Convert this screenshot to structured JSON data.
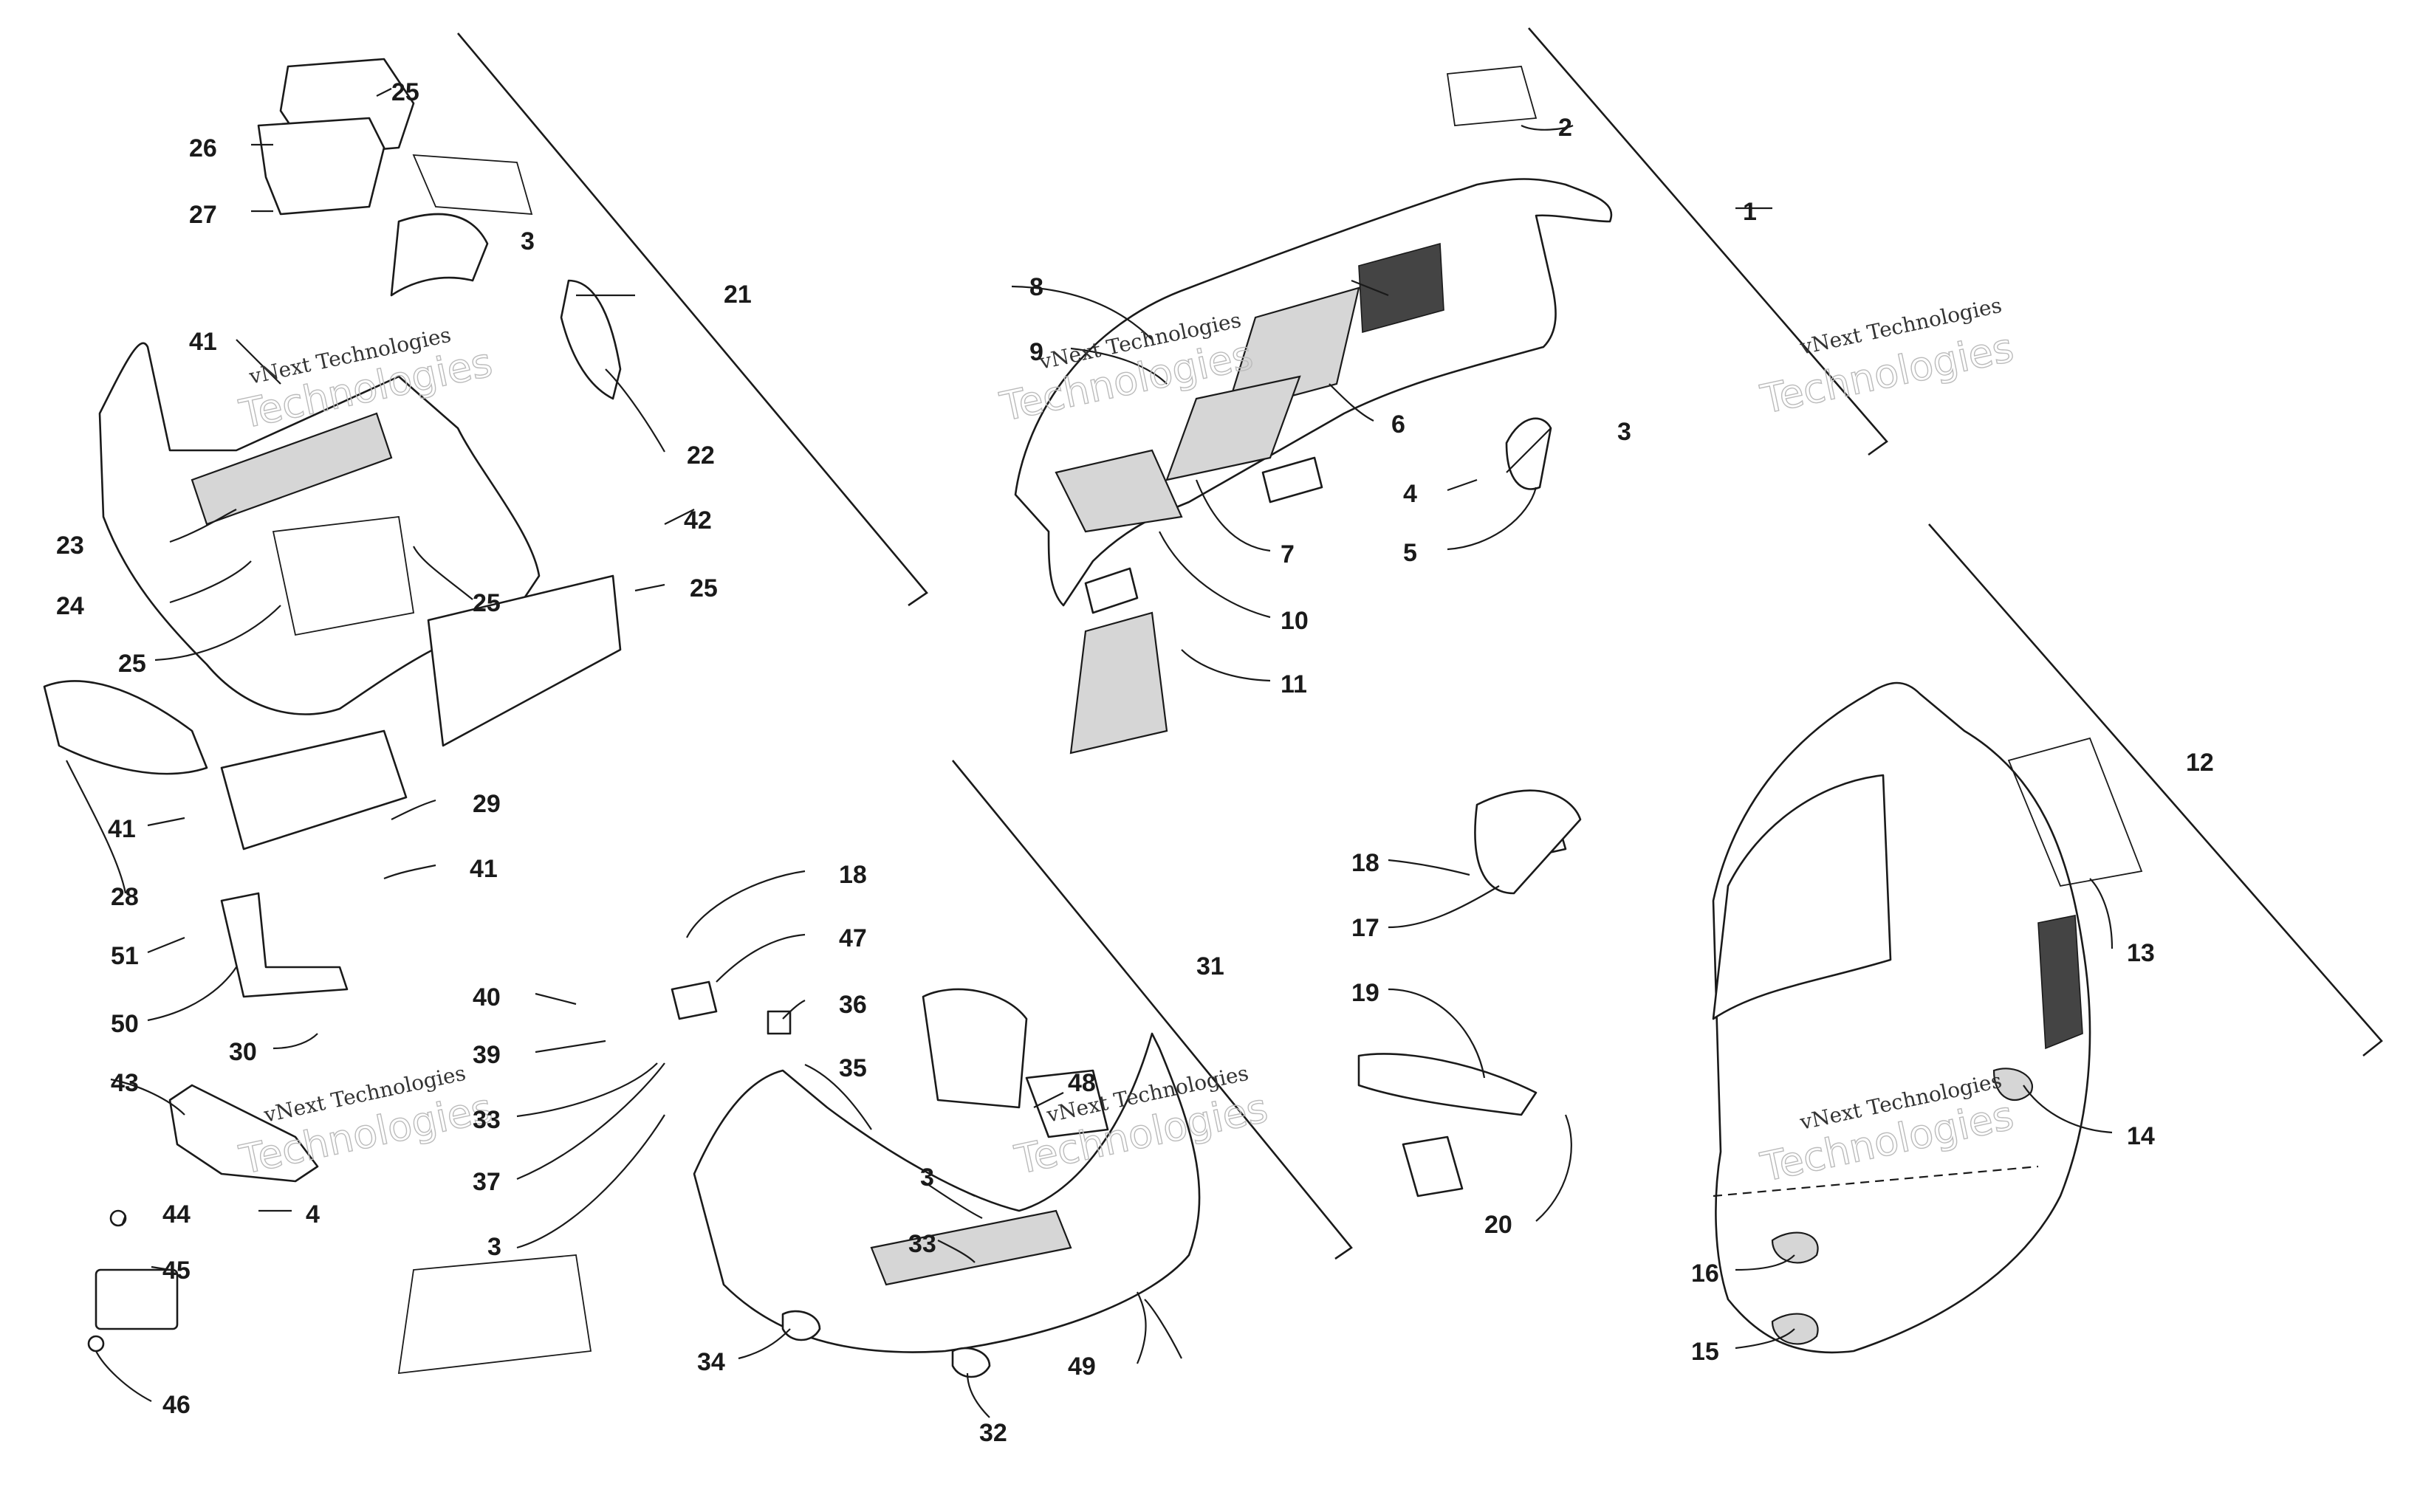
{
  "watermark": {
    "line1": "vNext Technologies",
    "line2": "Technologies"
  },
  "callouts": [
    {
      "id": "c1",
      "label": "1"
    },
    {
      "id": "c2",
      "label": "2"
    },
    {
      "id": "c3a",
      "label": "3"
    },
    {
      "id": "c3b",
      "label": "3"
    },
    {
      "id": "c3c",
      "label": "3"
    },
    {
      "id": "c3d",
      "label": "3"
    },
    {
      "id": "c4a",
      "label": "4"
    },
    {
      "id": "c4b",
      "label": "4"
    },
    {
      "id": "c5",
      "label": "5"
    },
    {
      "id": "c6",
      "label": "6"
    },
    {
      "id": "c7",
      "label": "7"
    },
    {
      "id": "c8",
      "label": "8"
    },
    {
      "id": "c9",
      "label": "9"
    },
    {
      "id": "c10",
      "label": "10"
    },
    {
      "id": "c11",
      "label": "11"
    },
    {
      "id": "c12",
      "label": "12"
    },
    {
      "id": "c13",
      "label": "13"
    },
    {
      "id": "c14",
      "label": "14"
    },
    {
      "id": "c15",
      "label": "15"
    },
    {
      "id": "c16",
      "label": "16"
    },
    {
      "id": "c17",
      "label": "17"
    },
    {
      "id": "c18a",
      "label": "18"
    },
    {
      "id": "c18b",
      "label": "18"
    },
    {
      "id": "c19",
      "label": "19"
    },
    {
      "id": "c20",
      "label": "20"
    },
    {
      "id": "c21",
      "label": "21"
    },
    {
      "id": "c22",
      "label": "22"
    },
    {
      "id": "c23",
      "label": "23"
    },
    {
      "id": "c24",
      "label": "24"
    },
    {
      "id": "c25a",
      "label": "25"
    },
    {
      "id": "c25b",
      "label": "25"
    },
    {
      "id": "c25c",
      "label": "25"
    },
    {
      "id": "c25d",
      "label": "25"
    },
    {
      "id": "c26",
      "label": "26"
    },
    {
      "id": "c27",
      "label": "27"
    },
    {
      "id": "c28",
      "label": "28"
    },
    {
      "id": "c29",
      "label": "29"
    },
    {
      "id": "c30",
      "label": "30"
    },
    {
      "id": "c31",
      "label": "31"
    },
    {
      "id": "c32",
      "label": "32"
    },
    {
      "id": "c33a",
      "label": "33"
    },
    {
      "id": "c33b",
      "label": "33"
    },
    {
      "id": "c34",
      "label": "34"
    },
    {
      "id": "c35",
      "label": "35"
    },
    {
      "id": "c36",
      "label": "36"
    },
    {
      "id": "c37",
      "label": "37"
    },
    {
      "id": "c39",
      "label": "39"
    },
    {
      "id": "c40",
      "label": "40"
    },
    {
      "id": "c41a",
      "label": "41"
    },
    {
      "id": "c41b",
      "label": "41"
    },
    {
      "id": "c41c",
      "label": "41"
    },
    {
      "id": "c42",
      "label": "42"
    },
    {
      "id": "c43",
      "label": "43"
    },
    {
      "id": "c44",
      "label": "44"
    },
    {
      "id": "c45",
      "label": "45"
    },
    {
      "id": "c46",
      "label": "46"
    },
    {
      "id": "c47",
      "label": "47"
    },
    {
      "id": "c48",
      "label": "48"
    },
    {
      "id": "c49",
      "label": "49"
    },
    {
      "id": "c50",
      "label": "50"
    },
    {
      "id": "c51",
      "label": "51"
    }
  ]
}
